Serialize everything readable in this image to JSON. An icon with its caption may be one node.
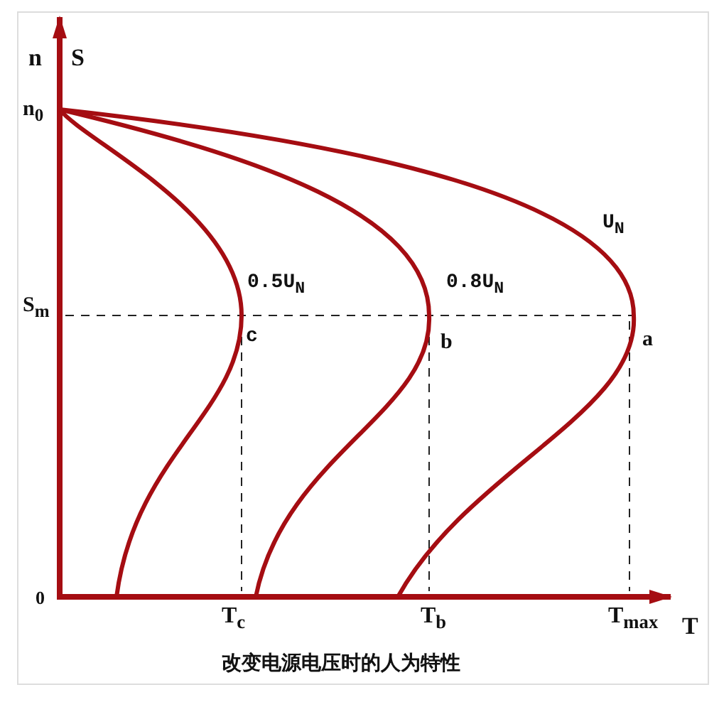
{
  "diagram": {
    "caption": "改变电源电压时的人为特性",
    "labels": [
      "n",
      "S",
      "n$_{0}$",
      "S$_{m}$",
      "0.5U$_{N}$",
      "0.8U$_{N}$",
      "U$_{N}$",
      "c",
      "b",
      "a",
      "0",
      "T$_{c}$",
      "T$_{b}$",
      "T$_{max}$",
      "T"
    ]
  }
}
